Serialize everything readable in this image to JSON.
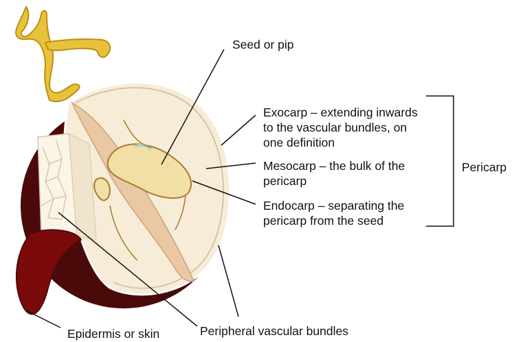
{
  "labels": {
    "seed": "Seed or pip",
    "exocarp_line1": "Exocarp – extending inwards",
    "exocarp_line2": "to the vascular bundles, on",
    "exocarp_line3": "one definition",
    "mesocarp_line1": "Mesocarp – the bulk of the",
    "mesocarp_line2": "pericarp",
    "endocarp_line1": "Endocarp – separating the",
    "endocarp_line2": "pericarp from the seed",
    "pericarp": "Pericarp",
    "epidermis": "Epidermis or skin",
    "vascular": "Peripheral vascular bundles"
  },
  "colors": {
    "skin": "#4a0a0a",
    "skin_peel": "#7a0a0a",
    "flesh": "#f6ecd8",
    "flesh_shade": "#eadcbe",
    "stem": "#e8c23a",
    "stem_dark": "#b8901a",
    "seed": "#f2dfa6",
    "seed_outline": "#a87a2a",
    "vascular_tissue": "#e9c8a3",
    "line": "#111111"
  }
}
